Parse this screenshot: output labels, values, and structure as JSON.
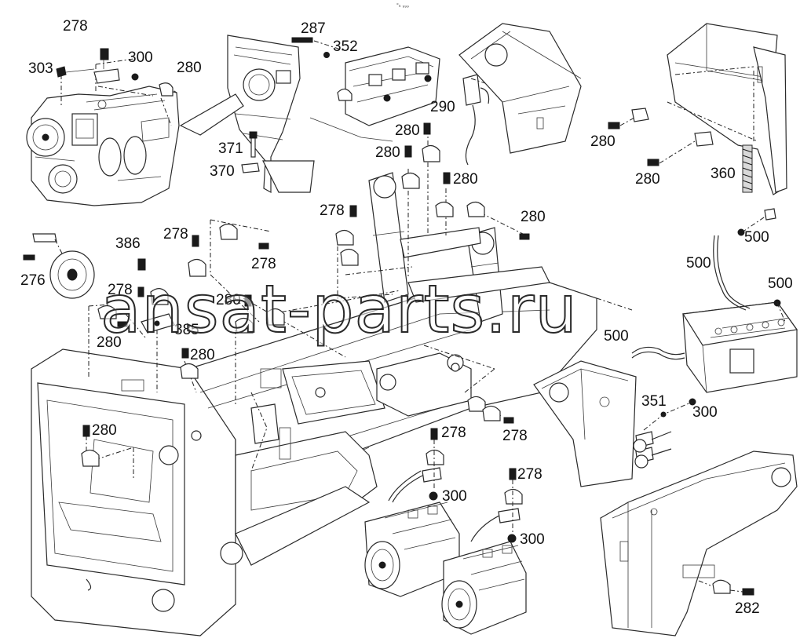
{
  "header_mark": "°ₙ ₉₉₉",
  "watermark": "ansat-parts.ru",
  "callouts": [
    {
      "id": "c1",
      "text": "278"
    },
    {
      "id": "c2",
      "text": "303"
    },
    {
      "id": "c3",
      "text": "300"
    },
    {
      "id": "c4",
      "text": "280"
    },
    {
      "id": "c5",
      "text": "287"
    },
    {
      "id": "c6",
      "text": "352"
    },
    {
      "id": "c7",
      "text": "290"
    },
    {
      "id": "c8",
      "text": "280"
    },
    {
      "id": "c9",
      "text": "280"
    },
    {
      "id": "c10",
      "text": "280"
    },
    {
      "id": "c11",
      "text": "360"
    },
    {
      "id": "c12",
      "text": "371"
    },
    {
      "id": "c13",
      "text": "370"
    },
    {
      "id": "c14",
      "text": "280"
    },
    {
      "id": "c15",
      "text": "280"
    },
    {
      "id": "c16",
      "text": "278"
    },
    {
      "id": "c17",
      "text": "280"
    },
    {
      "id": "c18",
      "text": "500"
    },
    {
      "id": "c19",
      "text": "500"
    },
    {
      "id": "c20",
      "text": "500"
    },
    {
      "id": "c21",
      "text": "278"
    },
    {
      "id": "c22",
      "text": "386"
    },
    {
      "id": "c23",
      "text": "276"
    },
    {
      "id": "c24",
      "text": "278"
    },
    {
      "id": "c25",
      "text": "280"
    },
    {
      "id": "c26",
      "text": "278"
    },
    {
      "id": "c27",
      "text": "500"
    },
    {
      "id": "c28",
      "text": "385"
    },
    {
      "id": "c29",
      "text": "280"
    },
    {
      "id": "c30",
      "text": "280"
    },
    {
      "id": "c31",
      "text": "351"
    },
    {
      "id": "c32",
      "text": "300"
    },
    {
      "id": "c33",
      "text": "280"
    },
    {
      "id": "c34",
      "text": "278"
    },
    {
      "id": "c35",
      "text": "278"
    },
    {
      "id": "c36",
      "text": "300"
    },
    {
      "id": "c37",
      "text": "278"
    },
    {
      "id": "c38",
      "text": "300"
    },
    {
      "id": "c39",
      "text": "282"
    }
  ]
}
